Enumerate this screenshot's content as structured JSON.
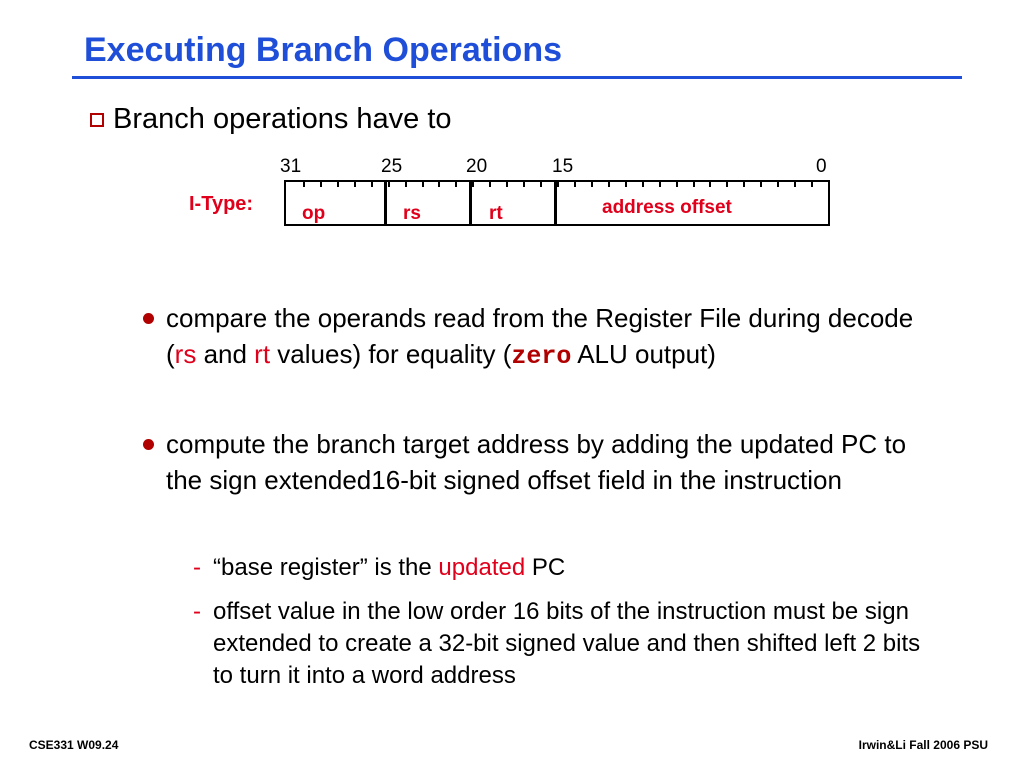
{
  "title": "Executing Branch Operations",
  "heading": "Branch operations have to",
  "diagram": {
    "type_label": "I-Type:",
    "bit_numbers": [
      "31",
      "25",
      "20",
      "15",
      "0"
    ],
    "fields": [
      "op",
      "rs",
      "rt",
      "address offset"
    ]
  },
  "bullets": [
    {
      "parts": [
        "compare the operands read from the Register File during decode (",
        "rs",
        " and ",
        "rt",
        " values) for equality (",
        "zero",
        " ALU output)"
      ]
    },
    {
      "text": "compute the branch target address by adding the updated PC to the sign extended16-bit signed offset field in the instruction",
      "subs": [
        {
          "parts": [
            "“base register” is the ",
            "updated",
            " PC"
          ]
        },
        {
          "text": "offset value in the low order 16 bits of the instruction must be sign extended to create a 32-bit signed value and then shifted left 2 bits to turn it into a word address"
        }
      ]
    }
  ],
  "sub_marker": "-",
  "footer": {
    "left": "CSE331  W09.24",
    "right": "Irwin&Li Fall 2006 PSU"
  },
  "colors": {
    "title": "#1f4fd8",
    "accent": "#e0001b",
    "bullet": "#b10000"
  }
}
